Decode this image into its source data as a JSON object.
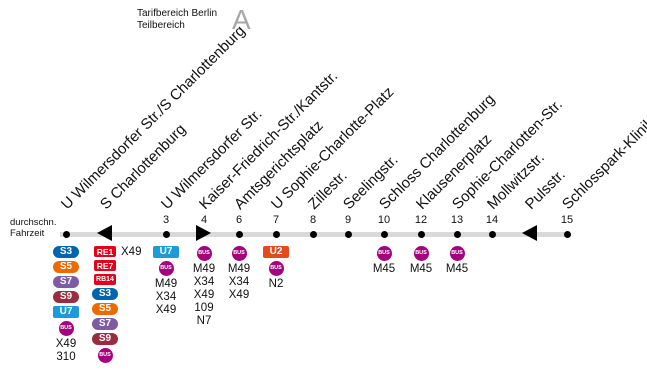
{
  "tarif": {
    "line1": "Tarifbereich Berlin",
    "line2": "Teilbereich",
    "letter": "A"
  },
  "left_label": {
    "line1": "durchschn.",
    "line2": "Fahrzeit"
  },
  "stops": [
    {
      "name": "U Wilmersdorfer Str./S Charlottenburg",
      "time": "",
      "marker": "dot",
      "badges": [
        {
          "type": "s",
          "label": "S3",
          "color": "#0065ae"
        },
        {
          "type": "s",
          "label": "S5",
          "color": "#ed6a00"
        },
        {
          "type": "s",
          "label": "S7",
          "color": "#7f5ba3"
        },
        {
          "type": "s",
          "label": "S9",
          "color": "#992c3e"
        },
        {
          "type": "u",
          "label": "U7",
          "color": "#1e9bd7"
        },
        {
          "type": "bus",
          "label": "BUS"
        },
        {
          "type": "txt",
          "label": "X49"
        },
        {
          "type": "txt",
          "label": "310"
        }
      ]
    },
    {
      "name": "S Charlottenburg",
      "time": "",
      "marker": "left",
      "badges": [
        {
          "type": "re",
          "label": "RE1"
        },
        {
          "type": "re",
          "label": "RE7"
        },
        {
          "type": "re-small",
          "label": "RB14"
        },
        {
          "type": "s",
          "label": "S3",
          "color": "#0065ae"
        },
        {
          "type": "s",
          "label": "S5",
          "color": "#ed6a00"
        },
        {
          "type": "s",
          "label": "S7",
          "color": "#7f5ba3"
        },
        {
          "type": "s",
          "label": "S9",
          "color": "#992c3e"
        },
        {
          "type": "bus",
          "label": "BUS"
        }
      ],
      "extra_text": "X49"
    },
    {
      "name": "U Wilmersdorfer Str.",
      "time": "3",
      "marker": "dot",
      "badges": [
        {
          "type": "u",
          "label": "U7",
          "color": "#1e9bd7"
        },
        {
          "type": "bus",
          "label": "BUS"
        },
        {
          "type": "txt",
          "label": "M49"
        },
        {
          "type": "txt",
          "label": "X34"
        },
        {
          "type": "txt",
          "label": "X49"
        }
      ]
    },
    {
      "name": "Kaiser-Friedrich-Str./Kantstr.",
      "time": "4",
      "marker": "right",
      "badges": [
        {
          "type": "bus",
          "label": "BUS"
        },
        {
          "type": "txt",
          "label": "M49"
        },
        {
          "type": "txt",
          "label": "X34"
        },
        {
          "type": "txt",
          "label": "X49"
        },
        {
          "type": "txt",
          "label": "109"
        },
        {
          "type": "txt",
          "label": "N7"
        }
      ]
    },
    {
      "name": "Amtsgerichtsplatz",
      "time": "6",
      "marker": "dot",
      "badges": [
        {
          "type": "bus",
          "label": "BUS"
        },
        {
          "type": "txt",
          "label": "M49"
        },
        {
          "type": "txt",
          "label": "X34"
        },
        {
          "type": "txt",
          "label": "X49"
        }
      ]
    },
    {
      "name": "U Sophie-Charlotte-Platz",
      "time": "7",
      "marker": "dot",
      "badges": [
        {
          "type": "u",
          "label": "U2",
          "color": "#e44a1c"
        },
        {
          "type": "bus",
          "label": "BUS"
        },
        {
          "type": "txt",
          "label": "N2"
        }
      ]
    },
    {
      "name": "Zillestr.",
      "time": "8",
      "marker": "dot",
      "badges": []
    },
    {
      "name": "Seelingstr.",
      "time": "9",
      "marker": "dot",
      "badges": []
    },
    {
      "name": "Schloss Charlottenburg",
      "time": "10",
      "marker": "dot",
      "badges": [
        {
          "type": "bus",
          "label": "BUS"
        },
        {
          "type": "txt",
          "label": "M45"
        }
      ]
    },
    {
      "name": "Klausenerplatz",
      "time": "12",
      "marker": "dot",
      "badges": [
        {
          "type": "bus",
          "label": "BUS"
        },
        {
          "type": "txt",
          "label": "M45"
        }
      ]
    },
    {
      "name": "Sophie-Charlotten-Str.",
      "time": "13",
      "marker": "dot",
      "badges": [
        {
          "type": "bus",
          "label": "BUS"
        },
        {
          "type": "txt",
          "label": "M45"
        }
      ]
    },
    {
      "name": "Mollwitzstr.",
      "time": "14",
      "marker": "dot",
      "badges": []
    },
    {
      "name": "Pulsstr.",
      "time": "",
      "marker": "left",
      "badges": []
    },
    {
      "name": "Schlosspark-Klinik",
      "time": "15",
      "marker": "dot",
      "badges": []
    }
  ]
}
